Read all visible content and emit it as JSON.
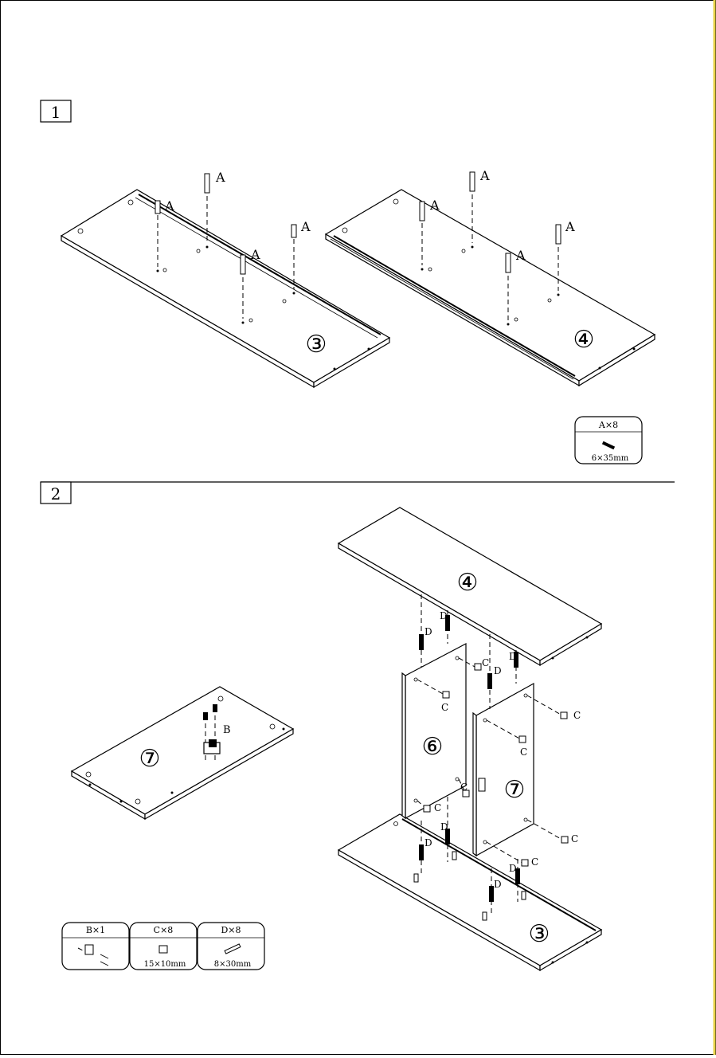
{
  "colors": {
    "border": "#e8d24a",
    "line": "#000000",
    "paper": "#ffffff"
  },
  "steps": {
    "step1": {
      "number": "1"
    },
    "step2": {
      "number": "2"
    }
  },
  "step1": {
    "part_left": "③",
    "part_right": "④",
    "dowel_label": "A",
    "hardware": {
      "label": "A×8",
      "size": "6×35mm"
    }
  },
  "step2": {
    "side_panel_part": "⑦",
    "side_panel_label": "B",
    "assembly_top": "④",
    "assembly_left": "⑥",
    "assembly_right": "⑦",
    "assembly_bottom": "③",
    "label_c": "C",
    "label_d": "D",
    "hardware": [
      {
        "label": "B×1",
        "size": ""
      },
      {
        "label": "C×8",
        "size": "15×10mm"
      },
      {
        "label": "D×8",
        "size": "8×30mm"
      }
    ]
  }
}
